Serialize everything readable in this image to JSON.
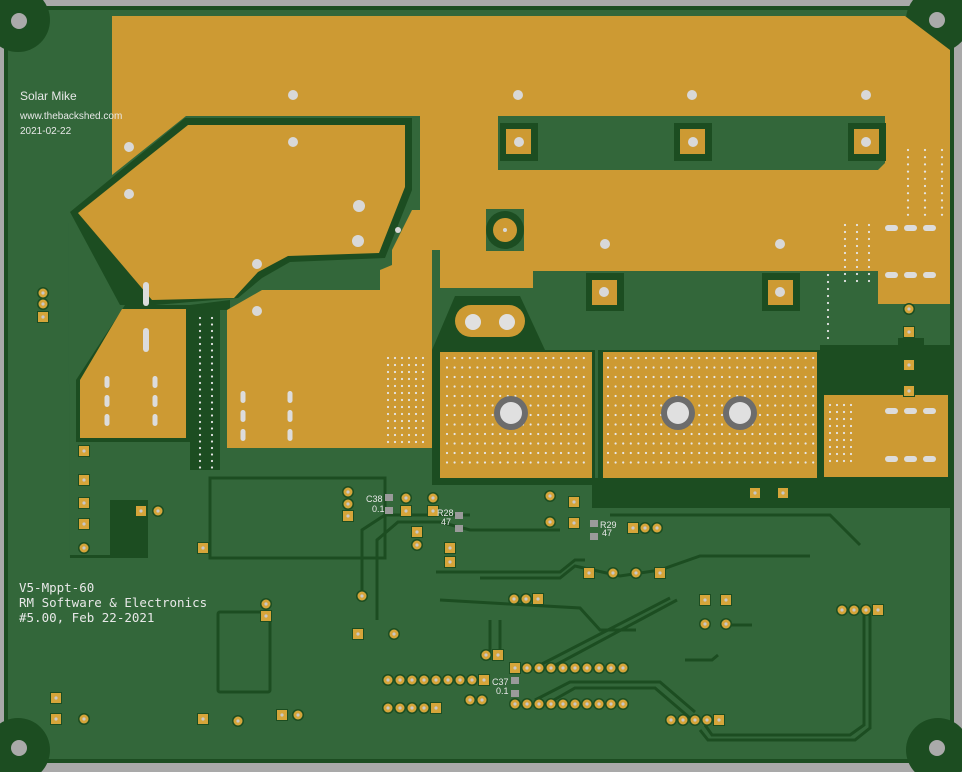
{
  "board": {
    "colors": {
      "background": "#a9a9a9",
      "soldermask": "#33673a",
      "copper_trace": "#1a4c1f",
      "copper_pour": "#cd9a33",
      "pad": "#d6a53a",
      "drill": "#d0d0d0",
      "silkscreen": "#e8e8e8"
    }
  },
  "silkscreen": {
    "author": "Solar Mike",
    "website": "www.thebackshed.com",
    "date": "2021-02-22",
    "project": "V5-Mppt-60",
    "company": "RM Software & Electronics",
    "revision": "#5.00, Feb 22-2021"
  },
  "components": [
    {
      "ref": "C38",
      "value": "0.1"
    },
    {
      "ref": "R28",
      "value": "47"
    },
    {
      "ref": "R29",
      "value": "47"
    },
    {
      "ref": "C37",
      "value": "0.1"
    }
  ]
}
